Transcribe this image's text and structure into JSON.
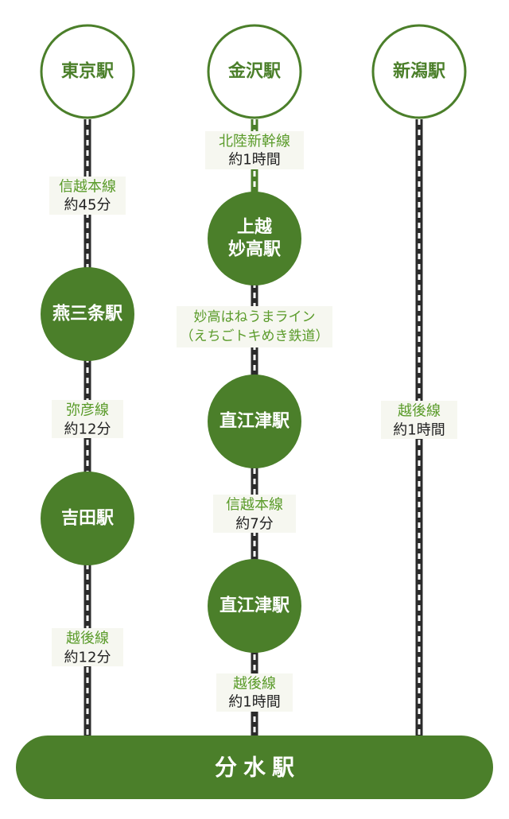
{
  "colors": {
    "green": "#4b7f2a",
    "line_name": "#5a9b2a",
    "track_dark": "#2b2b2b",
    "label_bg": "#f6f7f0"
  },
  "columns": [
    {
      "origin": {
        "name": "東京駅",
        "style": "outline"
      },
      "segments": [
        {
          "line": "信越本線",
          "time": "約45分"
        },
        {
          "station": {
            "name": "燕三条駅",
            "style": "filled"
          }
        },
        {
          "line": "弥彦線",
          "time": "約12分"
        },
        {
          "station": {
            "name": "吉田駅",
            "style": "filled"
          }
        },
        {
          "line": "越後線",
          "time": "約12分"
        }
      ]
    },
    {
      "origin": {
        "name": "金沢駅",
        "style": "outline"
      },
      "segments": [
        {
          "line": "北陸新幹線",
          "time": "約1時間",
          "track": "shinkansen"
        },
        {
          "station": {
            "name": "上越\n妙高駅",
            "style": "filled"
          }
        },
        {
          "line": "妙高はねうまライン",
          "time": "（えちごトキめき鉄道）",
          "time_color": "green"
        },
        {
          "station": {
            "name": "直江津駅",
            "style": "filled"
          }
        },
        {
          "line": "信越本線",
          "time": "約7分"
        },
        {
          "station": {
            "name": "直江津駅",
            "style": "filled"
          }
        },
        {
          "line": "越後線",
          "time": "約1時間"
        }
      ]
    },
    {
      "origin": {
        "name": "新潟駅",
        "style": "outline"
      },
      "segments": [
        {
          "line": "越後線",
          "time": "約1時間"
        }
      ]
    }
  ],
  "destination": {
    "name": "分水駅"
  }
}
